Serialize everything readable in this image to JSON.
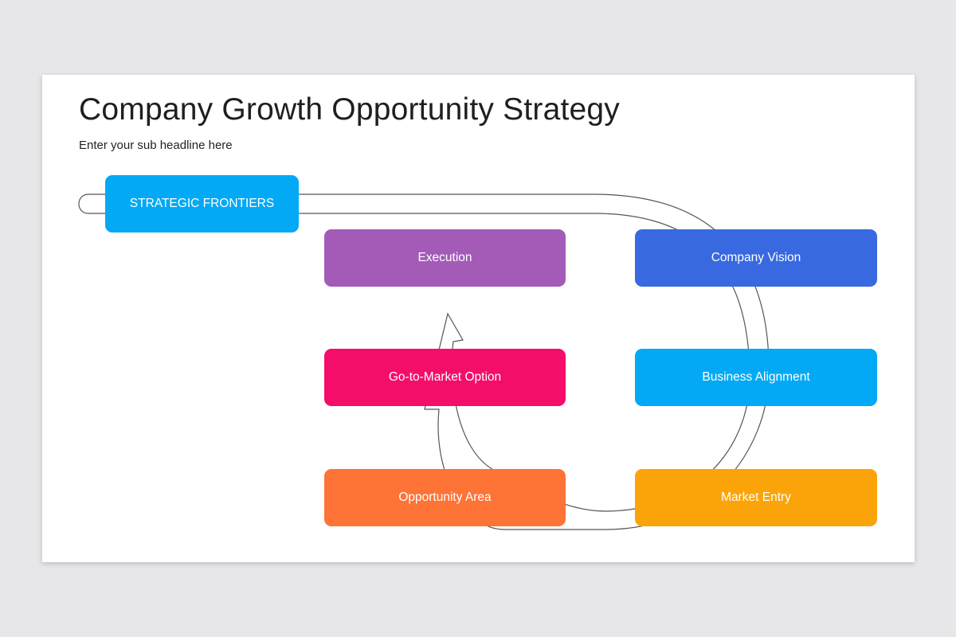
{
  "slide": {
    "title": "Company Growth Opportunity Strategy",
    "subtitle": "Enter your sub headline here"
  },
  "boxes": {
    "frontiers": {
      "label": "STRATEGIC FRONTIERS",
      "color": "#03a9f4"
    },
    "execution": {
      "label": "Execution",
      "color": "#a35bb7"
    },
    "vision": {
      "label": "Company Vision",
      "color": "#3869e0"
    },
    "gtm": {
      "label": "Go-to-Market Option",
      "color": "#f50d6a"
    },
    "alignment": {
      "label": "Business Alignment",
      "color": "#03a9f4"
    },
    "opportunity": {
      "label": "Opportunity Area",
      "color": "#fe7336"
    },
    "market": {
      "label": "Market Entry",
      "color": "#fba40a"
    }
  },
  "connector": {
    "stroke": "#555555",
    "fill": "#ffffff"
  }
}
